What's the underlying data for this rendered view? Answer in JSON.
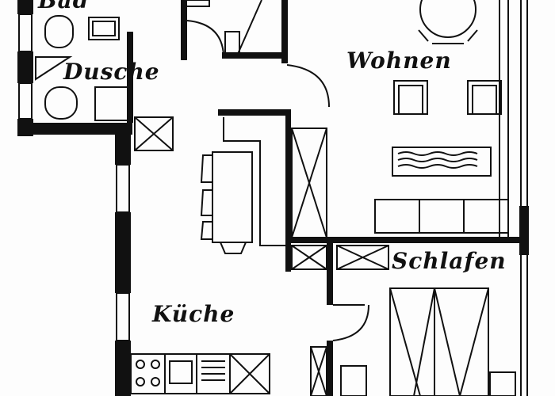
{
  "rooms": {
    "bad": "Bad",
    "dusche": "Dusche",
    "wohnen": "Wohnen",
    "schlafen": "Schlafen",
    "kueche": "Küche"
  },
  "colors": {
    "ink": "#111111",
    "paper": "#fdfdfd"
  }
}
